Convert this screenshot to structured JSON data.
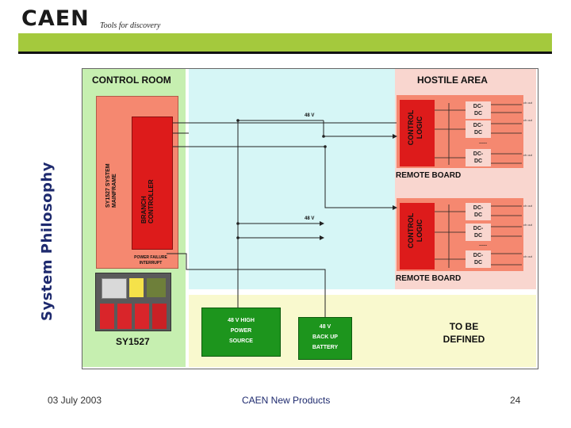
{
  "header": {
    "logo": "CAEN",
    "tagline": "Tools for discovery",
    "slide_title": "System Philosophy"
  },
  "diagram": {
    "control_room": {
      "title": "CONTROL ROOM",
      "mainframe": "SY1527 SYSTEM\nMAINFRAME",
      "branch_controller": "BRANCH\nCONTROLLER",
      "power_failure": "POWER FAILURE\nINTERRUPT",
      "unit_label": "SY1527"
    },
    "hostile_area": {
      "title": "HOSTILE AREA",
      "remote_board_label": "REMOTE BOARD",
      "control_logic": "CONTROL\nLOGIC",
      "dcdc": "DC-\nDC",
      "dots": "......",
      "channel_out": "ch out"
    },
    "voltage_label": "48 V",
    "power_source": "48 V HIGH\nPOWER\nSOURCE",
    "battery": "48 V\nBACK UP\nBATTERY",
    "to_be_defined": "TO BE\nDEFINED"
  },
  "footer": {
    "date": "03 July 2003",
    "center": "CAEN New Products",
    "page": "24"
  },
  "colors": {
    "accent_green": "#a4c93d",
    "title_blue": "#1e2a6e",
    "control_room_bg": "#c6efb0",
    "middle_bg": "#d6f6f6",
    "hostile_bg": "#f9d6cf",
    "lower_bg": "#f9f9ce",
    "mainframe_red": "#f58870",
    "controller_red": "#dd1b1b",
    "module_green": "#1d951d"
  }
}
